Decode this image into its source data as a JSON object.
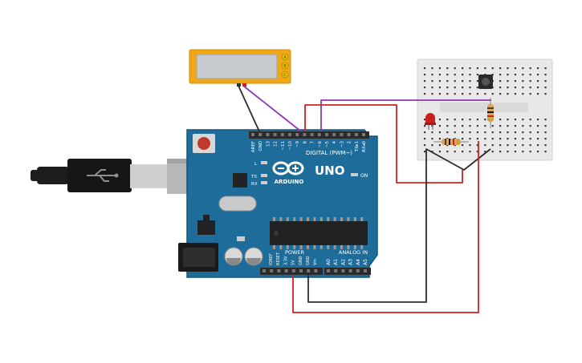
{
  "board": {
    "logo_text": "UNO",
    "brand_text": "ARDUINO",
    "digital_header": "DIGITAL (PWM~)",
    "power_header": "POWER",
    "analog_header": "ANALOG IN",
    "on_label": "ON",
    "led_labels": [
      "L",
      "TX",
      "RX"
    ],
    "top_pin_labels": [
      "AREF",
      "GND",
      "13",
      "12",
      "~11",
      "~10",
      "~9",
      "8",
      "7",
      "~6",
      "~5",
      "4",
      "~3",
      "2",
      "TX▸1",
      "RX◂0"
    ],
    "power_pin_labels": [
      "IOREF",
      "RESET",
      "3.3V",
      "5V",
      "GND",
      "GND",
      "Vin"
    ],
    "analog_pin_labels": [
      "A0",
      "A1",
      "A2",
      "A3",
      "A4",
      "A5"
    ],
    "colors": {
      "board": "#1e6c9a",
      "board_dark": "#165579",
      "header": "#2b2b2b",
      "chip": "#222222"
    }
  },
  "display": {
    "button_labels": [
      "A",
      "B",
      "C"
    ],
    "colors": {
      "frame": "#f0a818",
      "screen": "#c8ccd0"
    }
  },
  "breadboard": {
    "colors": {
      "body": "#e8e8e8",
      "hole": "#3a3a3a"
    }
  },
  "components": {
    "led_color": "#c8201e",
    "resistor_color": "#d8a560",
    "button_color": "#2a2a2a"
  },
  "wires": {
    "colors": {
      "red": "#d42020",
      "black": "#2c2c2c",
      "purple": "#8a3ab0"
    }
  }
}
